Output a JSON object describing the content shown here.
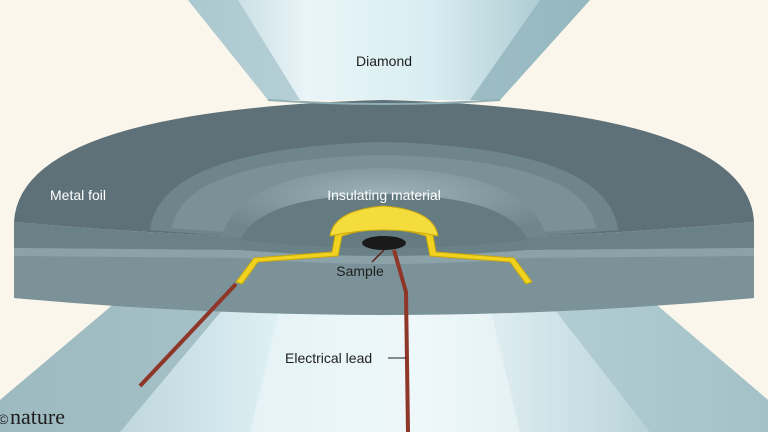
{
  "labels": {
    "diamond": "Diamond",
    "metal_foil": "Metal foil",
    "insulating_material": "Insulating material",
    "sample": "Sample",
    "electrical_lead": "Electrical lead"
  },
  "brand": {
    "name": "nature"
  },
  "colors": {
    "background": "#faf6ec",
    "diamond_light": "#e6f4f7",
    "diamond_mid": "#b9d3d9",
    "diamond_dark": "#8fb0b8",
    "foil_top": "#5d7077",
    "foil_side": "#6b8188",
    "foil_inner": "#7b9299",
    "insulator": "#f1d21e",
    "sample": "#1a1a1a",
    "lead": "#8e3628"
  }
}
